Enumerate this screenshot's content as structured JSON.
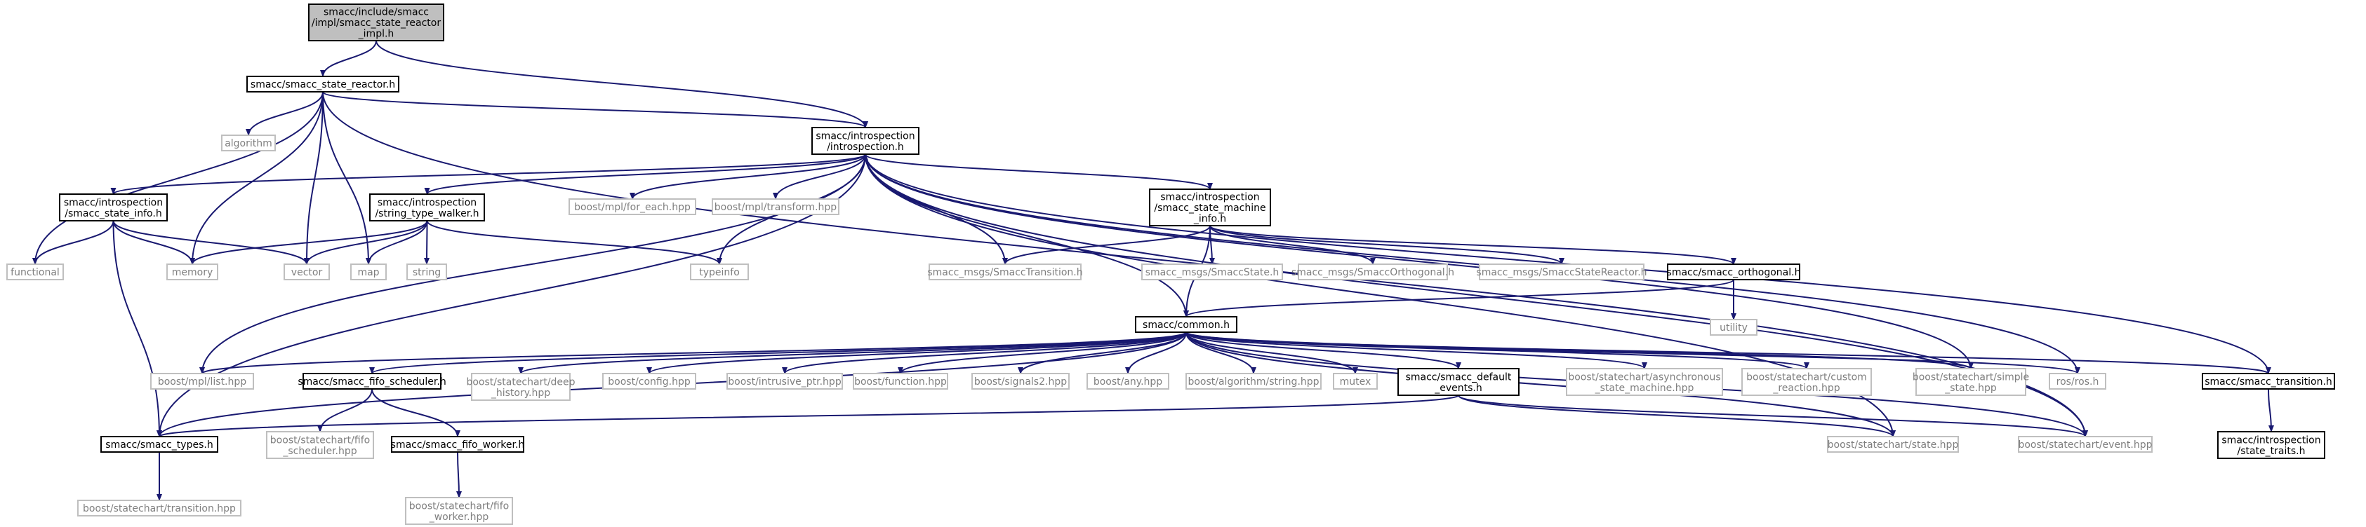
{
  "colors": {
    "edge": "#191970",
    "node_border": "#000000",
    "node_border_missing": "#bfbfbf",
    "node_fill": "#ffffff",
    "root_fill": "#bfbfbf",
    "text": "#000000",
    "text_missing": "#7f7f7f"
  },
  "nodes": [
    {
      "id": "root",
      "lines": [
        "smacc/include/smacc",
        "/impl/smacc_state_reactor",
        "_impl.h"
      ],
      "style": "root"
    },
    {
      "id": "state_reactor",
      "lines": [
        "smacc/smacc_state_reactor.h"
      ],
      "style": "normal"
    },
    {
      "id": "algorithm",
      "lines": [
        "algorithm"
      ],
      "style": "missing"
    },
    {
      "id": "introspection",
      "lines": [
        "smacc/introspection",
        "/introspection.h"
      ],
      "style": "normal"
    },
    {
      "id": "state_info",
      "lines": [
        "smacc/introspection",
        "/smacc_state_info.h"
      ],
      "style": "normal"
    },
    {
      "id": "string_walker",
      "lines": [
        "smacc/introspection",
        "/string_type_walker.h"
      ],
      "style": "normal"
    },
    {
      "id": "for_each",
      "lines": [
        "boost/mpl/for_each.hpp"
      ],
      "style": "missing"
    },
    {
      "id": "transform",
      "lines": [
        "boost/mpl/transform.hpp"
      ],
      "style": "missing"
    },
    {
      "id": "sm_info",
      "lines": [
        "smacc/introspection",
        "/smacc_state_machine",
        "_info.h"
      ],
      "style": "normal"
    },
    {
      "id": "functional",
      "lines": [
        "functional"
      ],
      "style": "missing"
    },
    {
      "id": "memory",
      "lines": [
        "memory"
      ],
      "style": "missing"
    },
    {
      "id": "vector",
      "lines": [
        "vector"
      ],
      "style": "missing"
    },
    {
      "id": "map",
      "lines": [
        "map"
      ],
      "style": "missing"
    },
    {
      "id": "string",
      "lines": [
        "string"
      ],
      "style": "missing"
    },
    {
      "id": "typeinfo",
      "lines": [
        "typeinfo"
      ],
      "style": "missing"
    },
    {
      "id": "msg_transition",
      "lines": [
        "smacc_msgs/SmaccTransition.h"
      ],
      "style": "missing"
    },
    {
      "id": "msg_state",
      "lines": [
        "smacc_msgs/SmaccState.h"
      ],
      "style": "missing"
    },
    {
      "id": "msg_orthogonal",
      "lines": [
        "smacc_msgs/SmaccOrthogonal.h"
      ],
      "style": "missing"
    },
    {
      "id": "msg_reactor",
      "lines": [
        "smacc_msgs/SmaccStateReactor.h"
      ],
      "style": "missing"
    },
    {
      "id": "orthogonal",
      "lines": [
        "smacc/smacc_orthogonal.h"
      ],
      "style": "normal"
    },
    {
      "id": "utility",
      "lines": [
        "utility"
      ],
      "style": "missing"
    },
    {
      "id": "common",
      "lines": [
        "smacc/common.h"
      ],
      "style": "normal"
    },
    {
      "id": "mpl_list",
      "lines": [
        "boost/mpl/list.hpp"
      ],
      "style": "missing"
    },
    {
      "id": "fifo_sched",
      "lines": [
        "smacc/smacc_fifo_scheduler.h"
      ],
      "style": "normal"
    },
    {
      "id": "deep_history",
      "lines": [
        "boost/statechart/deep",
        "_history.hpp"
      ],
      "style": "missing"
    },
    {
      "id": "config",
      "lines": [
        "boost/config.hpp"
      ],
      "style": "missing"
    },
    {
      "id": "intrusive",
      "lines": [
        "boost/intrusive_ptr.hpp"
      ],
      "style": "missing"
    },
    {
      "id": "function",
      "lines": [
        "boost/function.hpp"
      ],
      "style": "missing"
    },
    {
      "id": "signals2",
      "lines": [
        "boost/signals2.hpp"
      ],
      "style": "missing"
    },
    {
      "id": "any",
      "lines": [
        "boost/any.hpp"
      ],
      "style": "missing"
    },
    {
      "id": "algo_string",
      "lines": [
        "boost/algorithm/string.hpp"
      ],
      "style": "missing"
    },
    {
      "id": "mutex",
      "lines": [
        "mutex"
      ],
      "style": "missing"
    },
    {
      "id": "default_events",
      "lines": [
        "smacc/smacc_default",
        "_events.h"
      ],
      "style": "normal"
    },
    {
      "id": "async_sm",
      "lines": [
        "boost/statechart/asynchronous",
        "_state_machine.hpp"
      ],
      "style": "missing"
    },
    {
      "id": "custom_reaction",
      "lines": [
        "boost/statechart/custom",
        "_reaction.hpp"
      ],
      "style": "missing"
    },
    {
      "id": "simple_state",
      "lines": [
        "boost/statechart/simple",
        "_state.hpp"
      ],
      "style": "missing"
    },
    {
      "id": "ros",
      "lines": [
        "ros/ros.h"
      ],
      "style": "missing"
    },
    {
      "id": "smacc_transition",
      "lines": [
        "smacc/smacc_transition.h"
      ],
      "style": "normal"
    },
    {
      "id": "smacc_types",
      "lines": [
        "smacc/smacc_types.h"
      ],
      "style": "normal"
    },
    {
      "id": "fifo_sched_hpp",
      "lines": [
        "boost/statechart/fifo",
        "_scheduler.hpp"
      ],
      "style": "missing"
    },
    {
      "id": "fifo_worker",
      "lines": [
        "smacc/smacc_fifo_worker.h"
      ],
      "style": "normal"
    },
    {
      "id": "state_hpp",
      "lines": [
        "boost/statechart/state.hpp"
      ],
      "style": "missing"
    },
    {
      "id": "event_hpp",
      "lines": [
        "boost/statechart/event.hpp"
      ],
      "style": "missing"
    },
    {
      "id": "state_traits",
      "lines": [
        "smacc/introspection",
        "/state_traits.h"
      ],
      "style": "normal"
    },
    {
      "id": "transition_hpp",
      "lines": [
        "boost/statechart/transition.hpp"
      ],
      "style": "missing"
    },
    {
      "id": "fifo_worker_hpp",
      "lines": [
        "boost/statechart/fifo",
        "_worker.hpp"
      ],
      "style": "missing"
    }
  ],
  "edges": [
    [
      "root",
      "state_reactor"
    ],
    [
      "root",
      "introspection"
    ],
    [
      "state_reactor",
      "introspection"
    ],
    [
      "state_reactor",
      "algorithm"
    ],
    [
      "state_reactor",
      "functional"
    ],
    [
      "state_reactor",
      "memory"
    ],
    [
      "state_reactor",
      "vector"
    ],
    [
      "state_reactor",
      "map"
    ],
    [
      "state_reactor",
      "event_hpp"
    ],
    [
      "introspection",
      "state_info"
    ],
    [
      "introspection",
      "string_walker"
    ],
    [
      "introspection",
      "for_each"
    ],
    [
      "introspection",
      "transform"
    ],
    [
      "introspection",
      "sm_info"
    ],
    [
      "introspection",
      "typeinfo"
    ],
    [
      "introspection",
      "msg_transition"
    ],
    [
      "introspection",
      "mpl_list"
    ],
    [
      "introspection",
      "smacc_types"
    ],
    [
      "introspection",
      "simple_state"
    ],
    [
      "introspection",
      "ros"
    ],
    [
      "introspection",
      "state_hpp"
    ],
    [
      "introspection",
      "event_hpp"
    ],
    [
      "state_info",
      "functional"
    ],
    [
      "state_info",
      "memory"
    ],
    [
      "state_info",
      "vector"
    ],
    [
      "state_info",
      "smacc_types"
    ],
    [
      "string_walker",
      "memory"
    ],
    [
      "string_walker",
      "vector"
    ],
    [
      "string_walker",
      "map"
    ],
    [
      "string_walker",
      "string"
    ],
    [
      "string_walker",
      "typeinfo"
    ],
    [
      "sm_info",
      "msg_transition"
    ],
    [
      "sm_info",
      "msg_state"
    ],
    [
      "sm_info",
      "msg_orthogonal"
    ],
    [
      "sm_info",
      "msg_reactor"
    ],
    [
      "sm_info",
      "orthogonal"
    ],
    [
      "sm_info",
      "common"
    ],
    [
      "orthogonal",
      "utility"
    ],
    [
      "orthogonal",
      "common"
    ],
    [
      "common",
      "introspection"
    ],
    [
      "common",
      "mpl_list"
    ],
    [
      "common",
      "fifo_sched"
    ],
    [
      "common",
      "deep_history"
    ],
    [
      "common",
      "config"
    ],
    [
      "common",
      "intrusive"
    ],
    [
      "common",
      "function"
    ],
    [
      "common",
      "signals2"
    ],
    [
      "common",
      "any"
    ],
    [
      "common",
      "algo_string"
    ],
    [
      "common",
      "mutex"
    ],
    [
      "common",
      "default_events"
    ],
    [
      "common",
      "async_sm"
    ],
    [
      "common",
      "custom_reaction"
    ],
    [
      "common",
      "simple_state"
    ],
    [
      "common",
      "ros"
    ],
    [
      "common",
      "smacc_transition"
    ],
    [
      "common",
      "smacc_types"
    ],
    [
      "common",
      "state_hpp"
    ],
    [
      "common",
      "event_hpp"
    ],
    [
      "fifo_sched",
      "fifo_sched_hpp"
    ],
    [
      "fifo_sched",
      "fifo_worker"
    ],
    [
      "fifo_worker",
      "fifo_worker_hpp"
    ],
    [
      "default_events",
      "smacc_types"
    ],
    [
      "default_events",
      "state_hpp"
    ],
    [
      "default_events",
      "event_hpp"
    ],
    [
      "smacc_transition",
      "introspection"
    ],
    [
      "smacc_transition",
      "state_traits"
    ],
    [
      "smacc_types",
      "transition_hpp"
    ]
  ]
}
